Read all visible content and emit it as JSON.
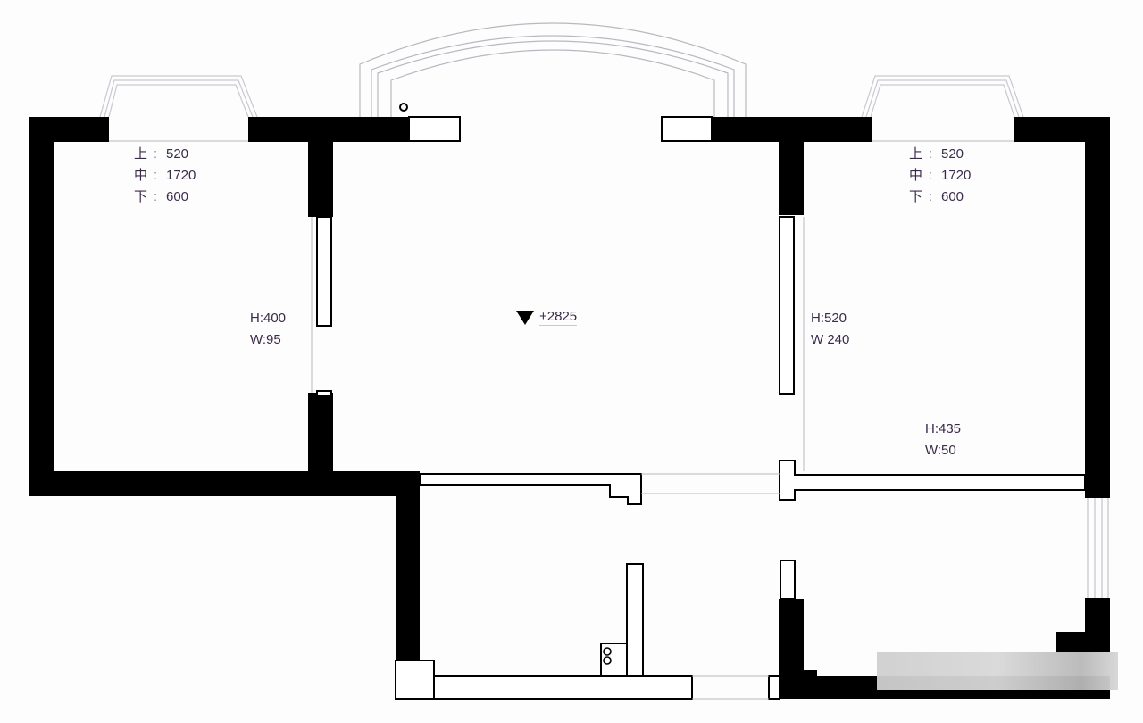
{
  "plan": {
    "title": "Apartment floor plan",
    "colors": {
      "wall": "#000000",
      "background": "#fdfdfe",
      "window_line": "#b8b8c0",
      "text": "#3a2a4a"
    }
  },
  "rooms": {
    "left_bedroom": {
      "window_heights": {
        "top_key": "上",
        "top_val": "520",
        "mid_key": "中",
        "mid_val": "1720",
        "bot_key": "下",
        "bot_val": "600"
      },
      "door_dims": {
        "h": "H:400",
        "w": "W:95"
      }
    },
    "living_room": {
      "elevation": {
        "icon": "elevation-marker-icon",
        "value": "+2825"
      }
    },
    "right_bedroom": {
      "window_heights": {
        "top_key": "上",
        "top_val": "520",
        "mid_key": "中",
        "mid_val": "1720",
        "bot_key": "下",
        "bot_val": "600"
      },
      "door_dims": {
        "h": "H:520",
        "w": "W 240"
      },
      "wall_opening_dims": {
        "h": "H:435",
        "w": "W:50"
      }
    }
  }
}
